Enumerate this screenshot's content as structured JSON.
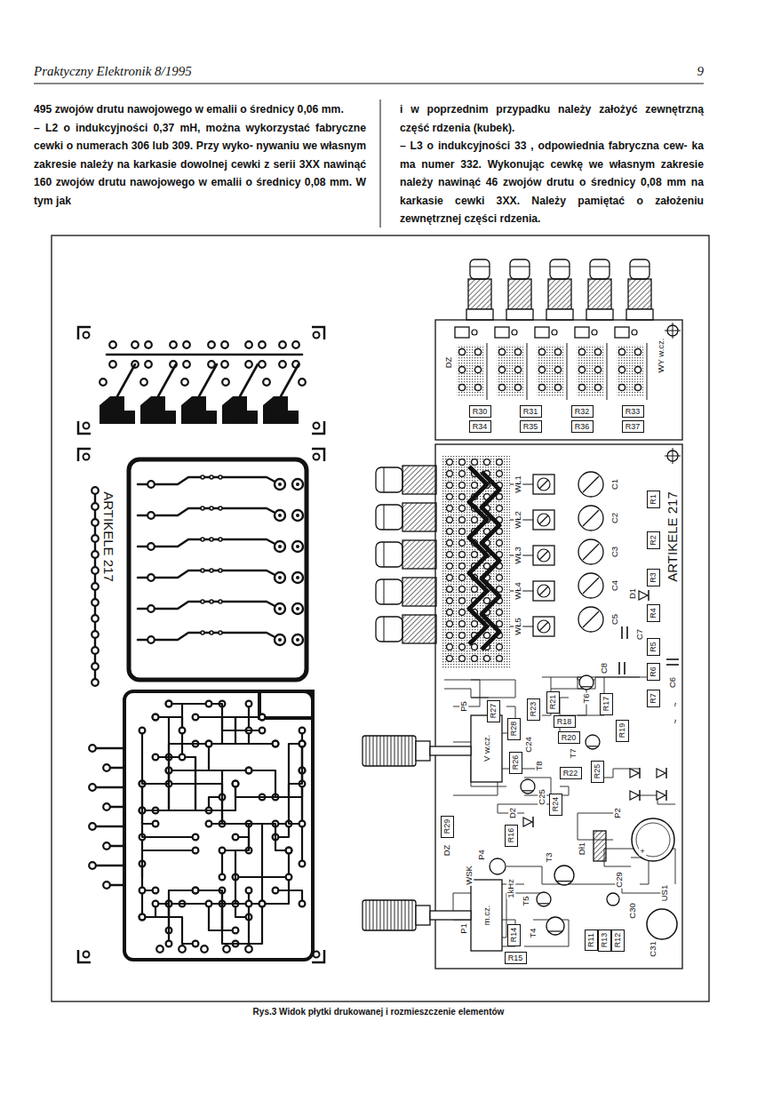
{
  "diagram": {
    "caption": "Rys.3 Widok płytki drukowanej i rozmieszczenie elementów",
    "nodes": [
      {
        "text": [
          "R30"
        ]
      },
      {
        "text": [
          "R31"
        ]
      },
      {
        "text": [
          "R32"
        ]
      },
      {
        "text": [
          "R33"
        ]
      },
      {
        "text": [
          "R34"
        ]
      },
      {
        "text": [
          "R35"
        ]
      },
      {
        "text": [
          "R36"
        ]
      },
      {
        "text": [
          "R37"
        ]
      },
      {
        "text": [
          "R1"
        ]
      },
      {
        "text": [
          "R2"
        ]
      },
      {
        "text": [
          "R3"
        ]
      },
      {
        "text": [
          "R4"
        ]
      },
      {
        "text": [
          "R5"
        ]
      },
      {
        "text": [
          "R6"
        ]
      },
      {
        "text": [
          "R7"
        ]
      },
      {
        "text": [
          "R27"
        ]
      },
      {
        "text": [
          "R23"
        ]
      },
      {
        "text": [
          "R21"
        ]
      },
      {
        "text": [
          "R17"
        ]
      },
      {
        "text": [
          "R18"
        ]
      },
      {
        "text": [
          "R28"
        ]
      },
      {
        "text": [
          "R19"
        ]
      },
      {
        "text": [
          "R20"
        ]
      },
      {
        "text": [
          "R26"
        ]
      },
      {
        "text": [
          "R25"
        ]
      },
      {
        "text": [
          "R22"
        ]
      },
      {
        "text": [
          "R24"
        ]
      },
      {
        "text": [
          "R29"
        ]
      },
      {
        "text": [
          "R16"
        ]
      },
      {
        "text": [
          "R14"
        ]
      },
      {
        "text": [
          "R11"
        ]
      },
      {
        "text": [
          "R13"
        ]
      },
      {
        "text": [
          "R12"
        ]
      },
      {
        "text": [
          "R15"
        ]
      }
    ],
    "labels": [
      "Praktyczny Elektronik 8/1995",
      "9",
      "495 zwojów drutu nawojowego w emalii o średnicy 0,06 mm.",
      "– L2 o indukcyjności 0,37 mH, można wykorzystać fabryczne cewki o numerach 306 lub 309. Przy wyko- nywaniu we własnym zakresie należy na karkasie dowolnej cewki z serii 3XX nawinąć 160 zwojów drutu nawojowego w emalii o średnicy 0,08 mm. W tym jak",
      "i w poprzednim przypadku należy założyć zewnętrzną część rdzenia (kubek).",
      "– L3 o indukcyjności 33 , odpowiednia fabryczna cew- ka ma numer 332. Wykonując cewkę we własnym zakresie należy nawinąć 46 zwojów drutu o średnicy 0,08 mm na karkasie cewki 3XX. Należy pamiętać o założeniu zewnętrznej części rdzenia.",
      "ARTIKELE 217",
      "ARTIKELE 217",
      "DZ",
      "WY w.cz.",
      "WŁ1",
      "WŁ2",
      "WŁ3",
      "WŁ4",
      "WŁ5",
      "C1",
      "C2",
      "C3",
      "C4",
      "C5",
      "C6",
      "C7",
      "C8",
      "T6",
      "T7",
      "T8",
      "P5",
      "V w.cz.",
      "C24",
      "C25",
      "D2",
      "P4",
      "WSK",
      "T3",
      "Dł1",
      "US1",
      "C29",
      "C30",
      "C31",
      "T4",
      "P1",
      "m.cz.",
      "1kHz",
      "T5",
      "P2",
      "+",
      "~",
      "~",
      "D1",
      "DZ"
    ]
  }
}
